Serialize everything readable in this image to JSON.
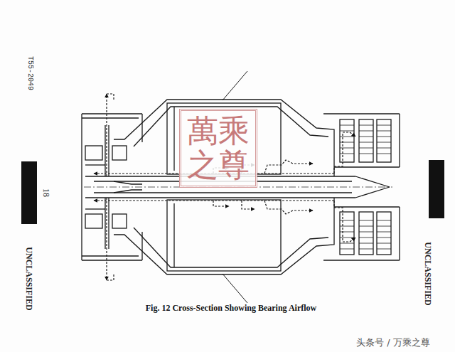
{
  "diagram": {
    "caption": "Fig. 12 Cross-Section Showing Bearing Airflow",
    "nodes": [
      {
        "text": [
          "萬乘之尊"
        ]
      }
    ],
    "labels": [
      "T55-2049",
      "18",
      "UNCLASSIFIED",
      "UNCLASSIFIED",
      "头条号 / 万乘之尊"
    ]
  }
}
